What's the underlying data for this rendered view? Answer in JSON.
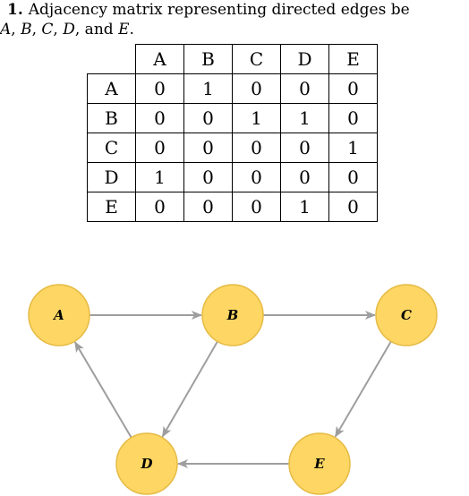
{
  "caption": {
    "number": "1.",
    "text_line1": "Adjacency matrix representing directed edges be",
    "line2_parts": [
      {
        "t": "A",
        "i": true
      },
      {
        "t": ", ",
        "i": false
      },
      {
        "t": "B",
        "i": true
      },
      {
        "t": ", ",
        "i": false
      },
      {
        "t": "C",
        "i": true
      },
      {
        "t": ", ",
        "i": false
      },
      {
        "t": "D",
        "i": true
      },
      {
        "t": ", and ",
        "i": false
      },
      {
        "t": "E",
        "i": true
      },
      {
        "t": ".",
        "i": false
      }
    ]
  },
  "matrix": {
    "columns": [
      "A",
      "B",
      "C",
      "D",
      "E"
    ],
    "rows": [
      {
        "label": "A",
        "values": [
          "0",
          "1",
          "0",
          "0",
          "0"
        ]
      },
      {
        "label": "B",
        "values": [
          "0",
          "0",
          "1",
          "1",
          "0"
        ]
      },
      {
        "label": "C",
        "values": [
          "0",
          "0",
          "0",
          "0",
          "1"
        ]
      },
      {
        "label": "D",
        "values": [
          "1",
          "0",
          "0",
          "0",
          "0"
        ]
      },
      {
        "label": "E",
        "values": [
          "0",
          "0",
          "0",
          "1",
          "0"
        ]
      }
    ]
  },
  "graph": {
    "node_fill": "#fdd663",
    "node_stroke": "#e6bb45",
    "edge_color": "#9e9e9e",
    "nodes": [
      {
        "id": "A",
        "label": "A"
      },
      {
        "id": "B",
        "label": "B"
      },
      {
        "id": "C",
        "label": "C"
      },
      {
        "id": "D",
        "label": "D"
      },
      {
        "id": "E",
        "label": "E"
      }
    ],
    "edges": [
      {
        "from": "A",
        "to": "B"
      },
      {
        "from": "B",
        "to": "C"
      },
      {
        "from": "B",
        "to": "D"
      },
      {
        "from": "C",
        "to": "E"
      },
      {
        "from": "D",
        "to": "A"
      },
      {
        "from": "E",
        "to": "D"
      }
    ]
  }
}
